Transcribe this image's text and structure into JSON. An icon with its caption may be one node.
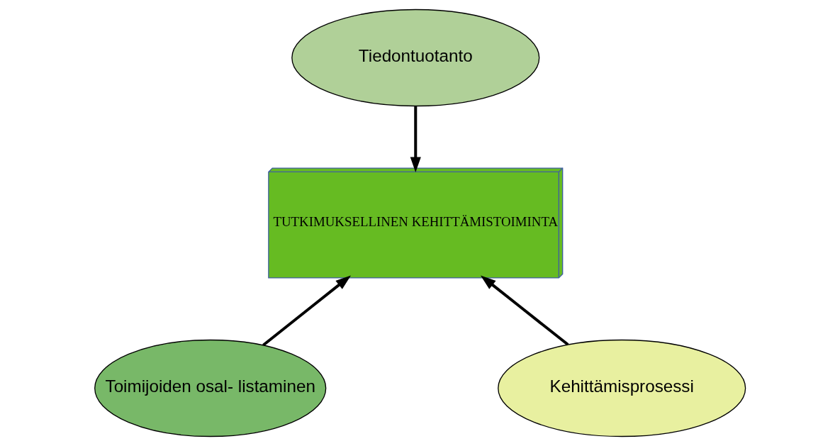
{
  "diagram": {
    "nodes": [
      {
        "text": [
          "Tiedontuotanto"
        ]
      },
      {
        "text": [
          "TUTKIMUKSELLINEN KEHITTÄMISTOIMINTA"
        ]
      },
      {
        "text": [
          "Toimijoiden osal- listaminen"
        ]
      },
      {
        "text": [
          "Kehittämisprosessi"
        ]
      }
    ],
    "edges": [
      {
        "from": 0,
        "to": 1,
        "arrow": "to"
      },
      {
        "from": 2,
        "to": 1,
        "arrow": "to"
      },
      {
        "from": 3,
        "to": 1,
        "arrow": "to"
      }
    ]
  }
}
